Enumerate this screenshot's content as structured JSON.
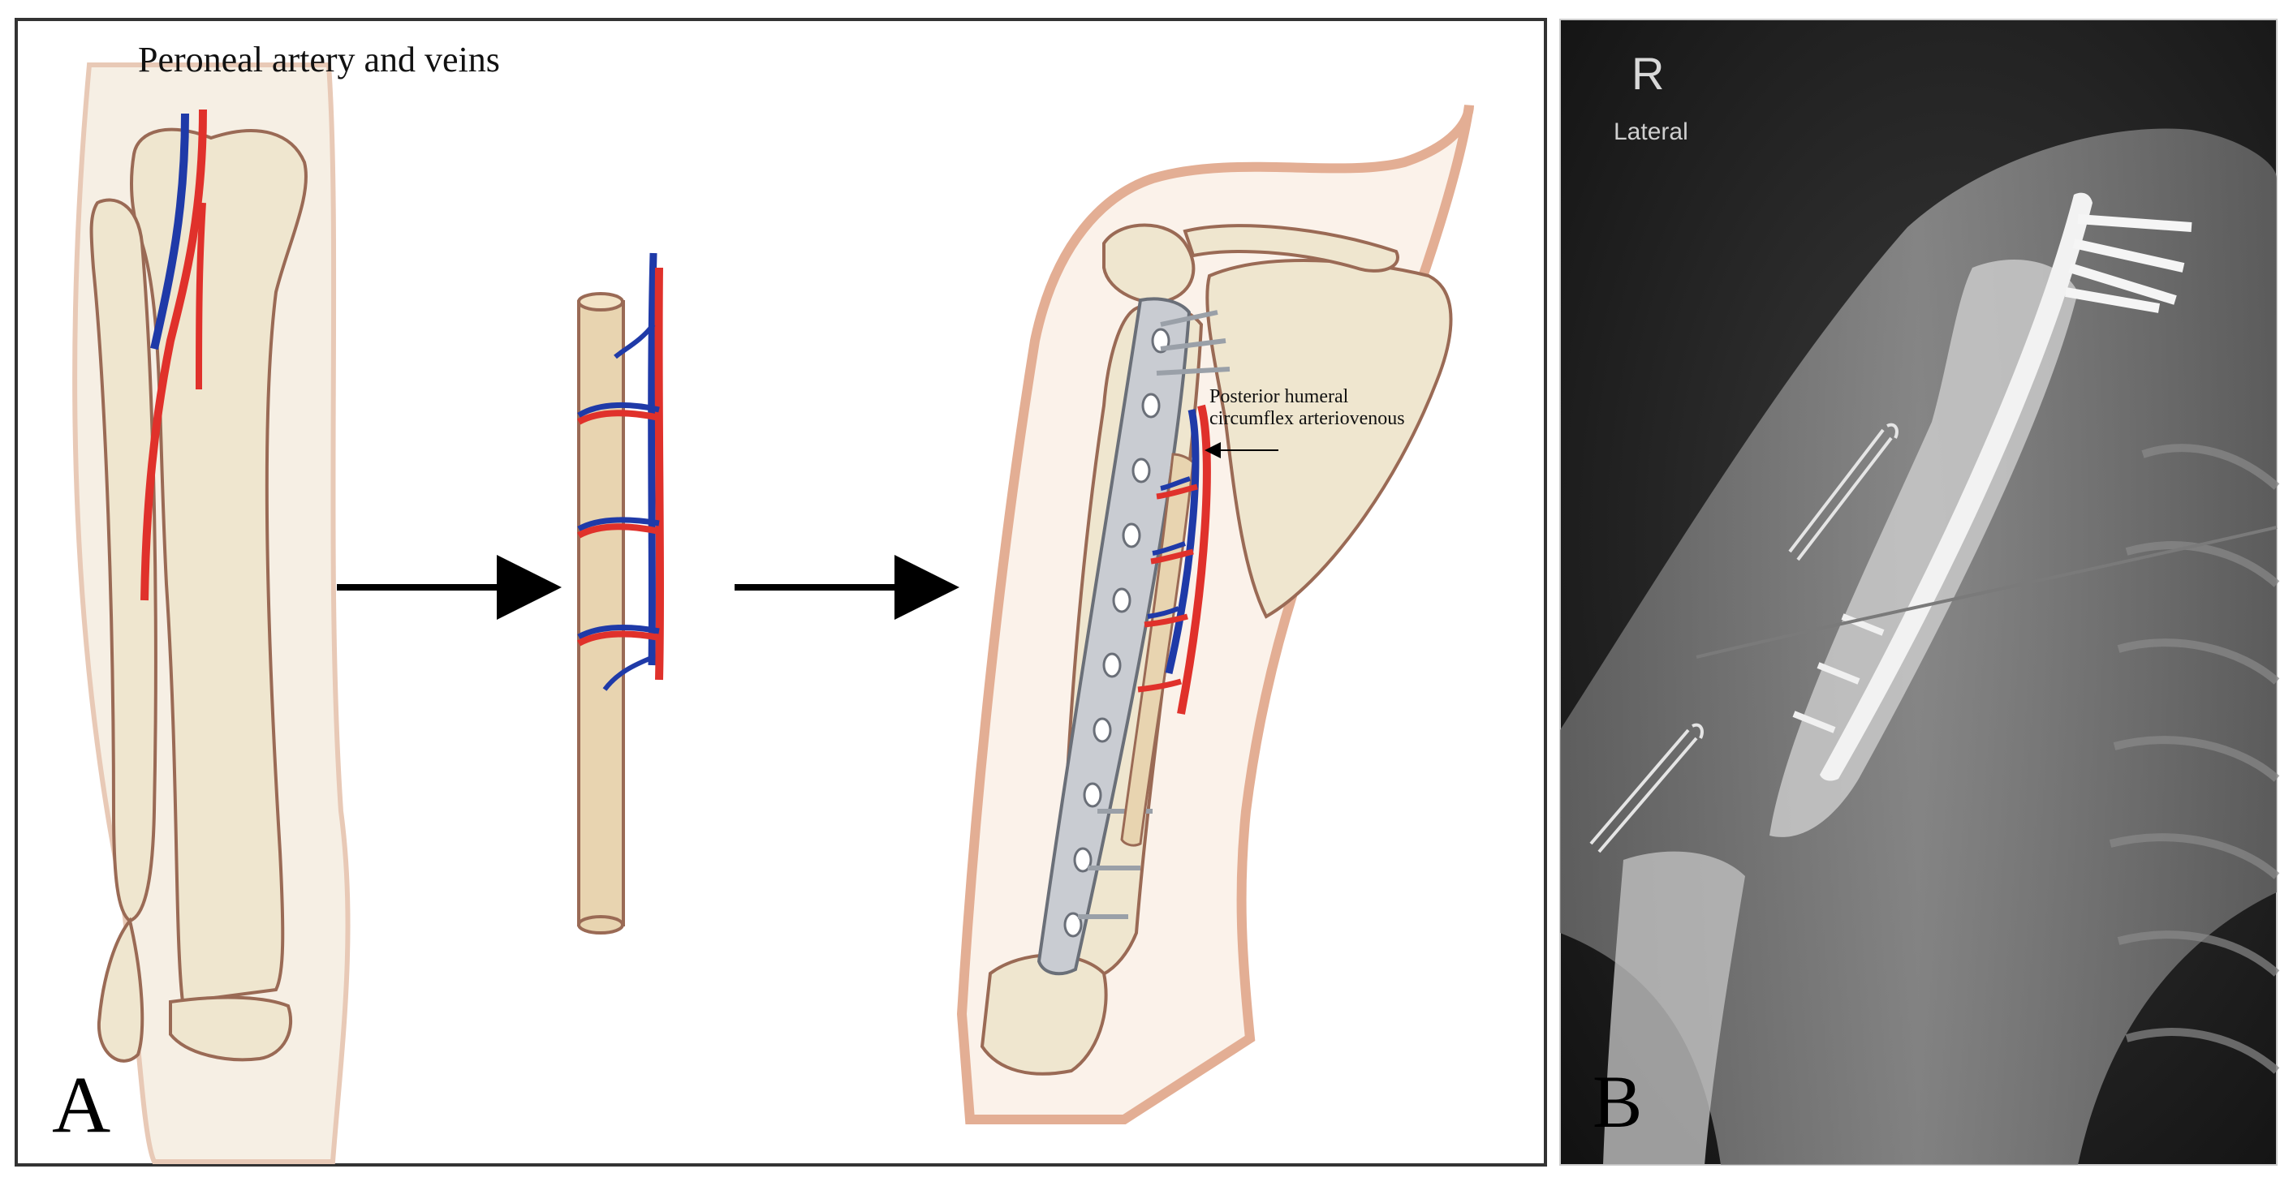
{
  "panel_a": {
    "label": "A",
    "peroneal_label": "Peroneal artery and veins",
    "posterior_label_line1": "Posterior humeral",
    "posterior_label_line2": "circumflex arteriovenous"
  },
  "panel_b": {
    "label": "B",
    "xray_side_marker": "R",
    "xray_view_label": "Lateral"
  },
  "colors": {
    "artery": "#e0312b",
    "vein": "#1f3aa8",
    "bone_fill": "#efe6cf",
    "bone_outline": "#9a6a55",
    "skin": "#e9b9a0",
    "plate": "#c9ccd2",
    "arrow": "#000000"
  }
}
